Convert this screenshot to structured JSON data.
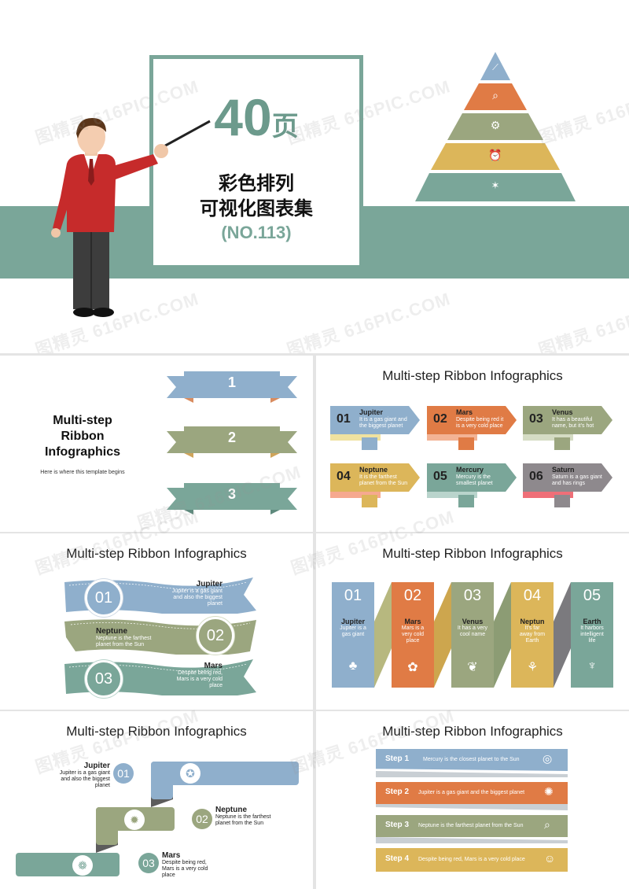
{
  "colors": {
    "teal": "#7aa699",
    "blue": "#8fafcc",
    "orange": "#e07b45",
    "olive": "#9ba67f",
    "yellow": "#dcb65a",
    "gray": "#8e898d",
    "red": "#c62b2b",
    "darkteal": "#6c9a8c"
  },
  "watermark": "图精灵 616PIC.COM",
  "cover": {
    "big_number": "40",
    "big_unit": "页",
    "line1": "彩色排列",
    "line2": "可视化图表集",
    "code": "(NO.113)",
    "pyramid_icons": [
      "chart-line-icon",
      "magnifier-icon",
      "gears-icon",
      "alarm-clock-icon",
      "lightbulb-icon"
    ]
  },
  "slide2": {
    "title_l1": "Multi-step",
    "title_l2": "Ribbon",
    "title_l3": "Infographics",
    "subtitle": "Here is where this template begins",
    "ribbons": [
      "1",
      "2",
      "3"
    ]
  },
  "section_title": "Multi-step Ribbon Infographics",
  "slide3": {
    "items": [
      {
        "num": "01",
        "name": "Jupiter",
        "desc1": "It is a gas giant and",
        "desc2": "the biggest planet"
      },
      {
        "num": "02",
        "name": "Mars",
        "desc1": "Despite being red it",
        "desc2": "is a very cold place"
      },
      {
        "num": "03",
        "name": "Venus",
        "desc1": "It has a beautiful",
        "desc2": "name, but it’s hot"
      },
      {
        "num": "04",
        "name": "Neptune",
        "desc1": "It is the farthest",
        "desc2": "planet from the Sun"
      },
      {
        "num": "05",
        "name": "Mercury",
        "desc1": "Mercury is the",
        "desc2": "smallest planet"
      },
      {
        "num": "06",
        "name": "Saturn",
        "desc1": "Saturn is a gas giant",
        "desc2": "and has rings"
      }
    ]
  },
  "slide4": {
    "items": [
      {
        "num": "01",
        "name": "Jupiter",
        "d1": "Jupiter is a gas giant",
        "d2": "and also the biggest",
        "d3": "planet"
      },
      {
        "num": "02",
        "name": "Neptune",
        "d1": "Neptune is the farthest",
        "d2": "planet from the Sun",
        "d3": ""
      },
      {
        "num": "03",
        "name": "Mars",
        "d1": "Despite being red,",
        "d2": "Mars is a very cold",
        "d3": "place"
      }
    ]
  },
  "slide5": {
    "items": [
      {
        "num": "01",
        "name": "Jupiter",
        "d1": "Jupiter is a",
        "d2": "gas giant",
        "d3": "",
        "icon": "tree-icon"
      },
      {
        "num": "02",
        "name": "Mars",
        "d1": "Mars is a",
        "d2": "very cold",
        "d3": "place",
        "icon": "flower-icon"
      },
      {
        "num": "03",
        "name": "Venus",
        "d1": "It has a very",
        "d2": "cool name",
        "d3": "",
        "icon": "leaf-icon"
      },
      {
        "num": "04",
        "name": "Neptun",
        "d1": "It’s far",
        "d2": "away from",
        "d3": "Earth",
        "icon": "sprout-icon"
      },
      {
        "num": "05",
        "name": "Earth",
        "d1": "It harbors",
        "d2": "intelligent",
        "d3": "life",
        "icon": "cactus-icon"
      }
    ]
  },
  "slide6": {
    "items": [
      {
        "num": "01",
        "name": "Jupiter",
        "d1": "Jupiter is a gas giant",
        "d2": "and also the biggest",
        "d3": "planet"
      },
      {
        "num": "02",
        "name": "Neptune",
        "d1": "Neptune is the farthest",
        "d2": "planet from the Sun",
        "d3": ""
      },
      {
        "num": "03",
        "name": "Mars",
        "d1": "Despite being red,",
        "d2": "Mars is a very cold",
        "d3": "place"
      }
    ]
  },
  "slide7": {
    "items": [
      {
        "step": "Step 1",
        "text": "Mercury is the closest planet to the Sun"
      },
      {
        "step": "Step 2",
        "text": "Jupiter is a gas giant and the biggest planet"
      },
      {
        "step": "Step 3",
        "text": "Neptune is the farthest planet from the Sun"
      },
      {
        "step": "Step 4",
        "text": "Despite being red, Mars is a very cold place"
      }
    ]
  }
}
